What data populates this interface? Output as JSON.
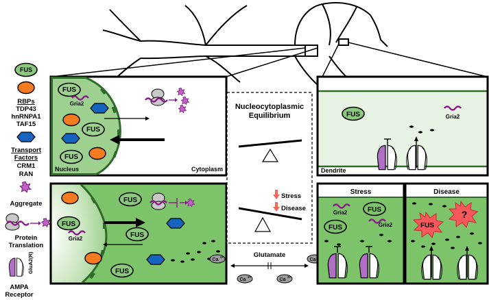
{
  "legend": {
    "fus_badge": "FUS",
    "rbps_heading": "RBPs",
    "rbps_items": [
      "TDP43",
      "hnRNPA1",
      "TAF15"
    ],
    "transport_heading_1": "Transport",
    "transport_heading_2": "Factors",
    "transport_items": [
      "CRM1",
      "RAN"
    ],
    "aggregate": "Aggregate",
    "protein_translation_1": "Protein",
    "protein_translation_2": "Translation",
    "ampa_1": "AMPA",
    "ampa_2": "Receptor",
    "glua2r": "GluA2(R)"
  },
  "labels": {
    "fus": "FUS",
    "gria2": "Gria2",
    "nucleus": "Nucleus",
    "cytoplasm": "Cytoplasm",
    "dendrite": "Dendrite",
    "stress_panel": "Stress",
    "disease_panel": "Disease",
    "question": "?",
    "ca": "Ca",
    "ca_charge": "2+",
    "glutamate": "Glutamate"
  },
  "center": {
    "title_1": "Nucleocytoplasmic",
    "title_2": "Equilibrium",
    "stress": "Stress",
    "disease": "Disease"
  },
  "colors": {
    "fus_green": "#8cc97f",
    "cell_green": "#7cc36a",
    "pale_green": "#e8f4e3",
    "nucleus_green": "#9ed18f",
    "orange": "#f47b20",
    "blue": "#1565c0",
    "purple": "#8b1a8b",
    "receptor_purple": "#b06fc4",
    "aggregate_red": "#f5595b",
    "stress_arrow": "#f26a5a",
    "ribosome_gray": "#c8c8c8"
  }
}
